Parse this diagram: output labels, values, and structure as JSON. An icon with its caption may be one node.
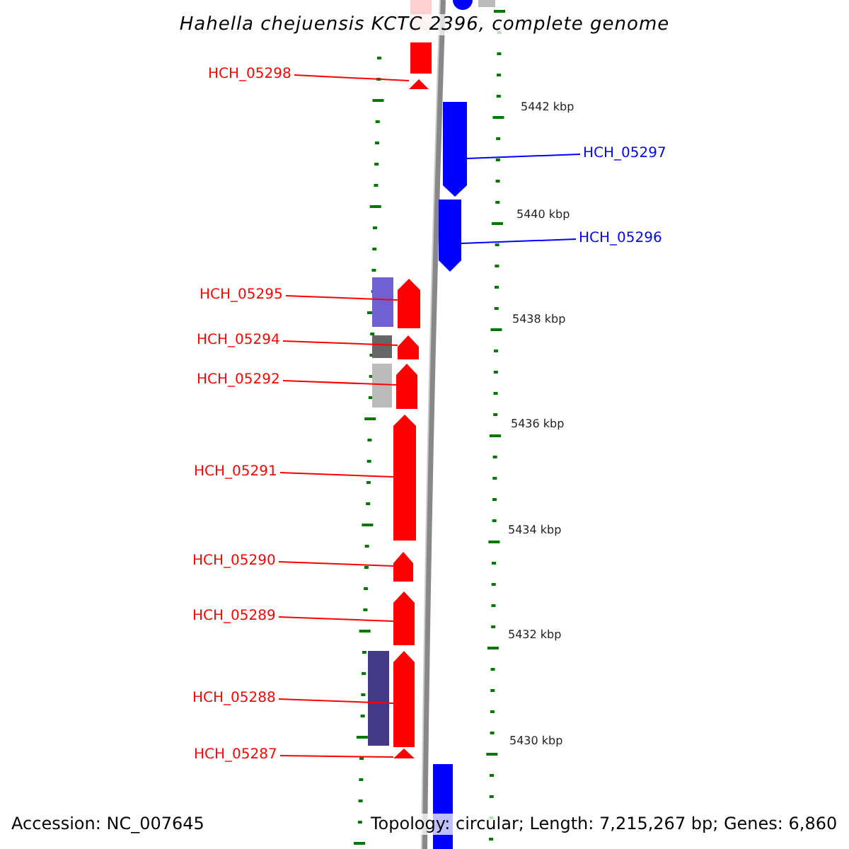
{
  "diagram": {
    "title": "Hahella chejuensis KCTC 2396, complete genome",
    "nodes": [
      {
        "text": [
          "HCH_05298"
        ]
      },
      {
        "text": [
          "HCH_05297"
        ]
      },
      {
        "text": [
          "HCH_05296"
        ]
      },
      {
        "text": [
          "HCH_05295"
        ]
      },
      {
        "text": [
          "HCH_05294"
        ]
      },
      {
        "text": [
          "HCH_05292"
        ]
      },
      {
        "text": [
          "HCH_05291"
        ]
      },
      {
        "text": [
          "HCH_05290"
        ]
      },
      {
        "text": [
          "HCH_05289"
        ]
      },
      {
        "text": [
          "HCH_05288"
        ]
      },
      {
        "text": [
          "HCH_05287"
        ]
      },
      {
        "text": [],
        "shape": "bar"
      },
      {
        "text": [],
        "shape": "bar"
      },
      {
        "text": [],
        "shape": "bar"
      },
      {
        "text": [],
        "shape": "bar"
      },
      {
        "text": [],
        "shape": "bar"
      },
      {
        "text": [],
        "shape": "bar"
      },
      {
        "text": [],
        "shape": "bar"
      },
      {
        "text": [],
        "shape": "bar"
      },
      {
        "text": [],
        "shape": "bar"
      },
      {
        "text": [],
        "shape": "bar"
      },
      {
        "text": [],
        "shape": "bar"
      }
    ],
    "edges": [
      {
        "from": 0,
        "to": 11,
        "arrow": "none"
      },
      {
        "from": 1,
        "to": 12,
        "arrow": "none",
        "color": "#0000ff"
      },
      {
        "from": 2,
        "to": 13,
        "arrow": "none",
        "color": "#0000ff"
      },
      {
        "from": 3,
        "to": 14,
        "arrow": "none"
      },
      {
        "from": 4,
        "to": 15,
        "arrow": "none"
      },
      {
        "from": 5,
        "to": 16,
        "arrow": "none"
      },
      {
        "from": 6,
        "to": 17,
        "arrow": "none"
      },
      {
        "from": 7,
        "to": 18,
        "arrow": "none"
      },
      {
        "from": 8,
        "to": 19,
        "arrow": "none"
      },
      {
        "from": 9,
        "to": 20,
        "arrow": "none"
      },
      {
        "from": 10,
        "to": 21,
        "arrow": "none"
      }
    ],
    "labels": [
      "5442 kbp",
      "5440 kbp",
      "5438 kbp",
      "5436 kbp",
      "5434 kbp",
      "5432 kbp",
      "5430 kbp",
      "Accession: NC_007645",
      "Topology: circular; Length: 7,215,267 bp; Genes: 6,860"
    ]
  }
}
